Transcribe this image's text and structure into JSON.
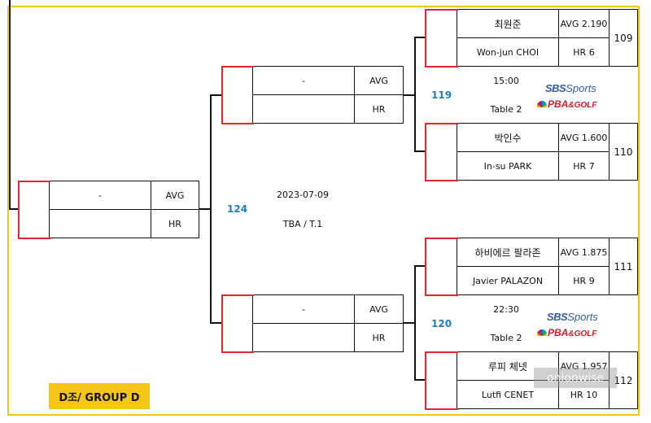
{
  "group_label": "D조/ GROUP D",
  "watermark": "onionwise",
  "center": {
    "date": "2023-07-09",
    "venue": "TBA / T.1"
  },
  "final": {
    "match_no": "124",
    "player": "-",
    "avg": "AVG",
    "hr": "HR"
  },
  "semis": [
    {
      "match_no": "119",
      "player": "-",
      "avg": "AVG",
      "hr": "HR",
      "time": "15:00",
      "table": "Table 2"
    },
    {
      "match_no": "120",
      "player": "-",
      "avg": "AVG",
      "hr": "HR",
      "time": "22:30",
      "table": "Table 2"
    }
  ],
  "players": [
    {
      "name_kr": "최원준",
      "name_en": "Won-jun CHOI",
      "avg": "AVG 2.190",
      "hr": "HR 6",
      "score": "109"
    },
    {
      "name_kr": "박인수",
      "name_en": "In-su PARK",
      "avg": "AVG 1.600",
      "hr": "HR 7",
      "score": "110"
    },
    {
      "name_kr": "하비에르 팔라존",
      "name_en": "Javier PALAZON",
      "avg": "AVG 1.875",
      "hr": "HR 9",
      "score": "111"
    },
    {
      "name_kr": "루피 체넷",
      "name_en": "Lutfi CENET",
      "avg": "AVG 1.957",
      "hr": "HR 10",
      "score": "112"
    }
  ],
  "broadcast": {
    "sbs": "SBS",
    "sports": "Sports",
    "pba": "PBA",
    "golf": "&GOLF"
  },
  "colors": {
    "frame": "#f5c518",
    "slot_accent": "#e0282e",
    "match_number": "#1a7fc4"
  }
}
